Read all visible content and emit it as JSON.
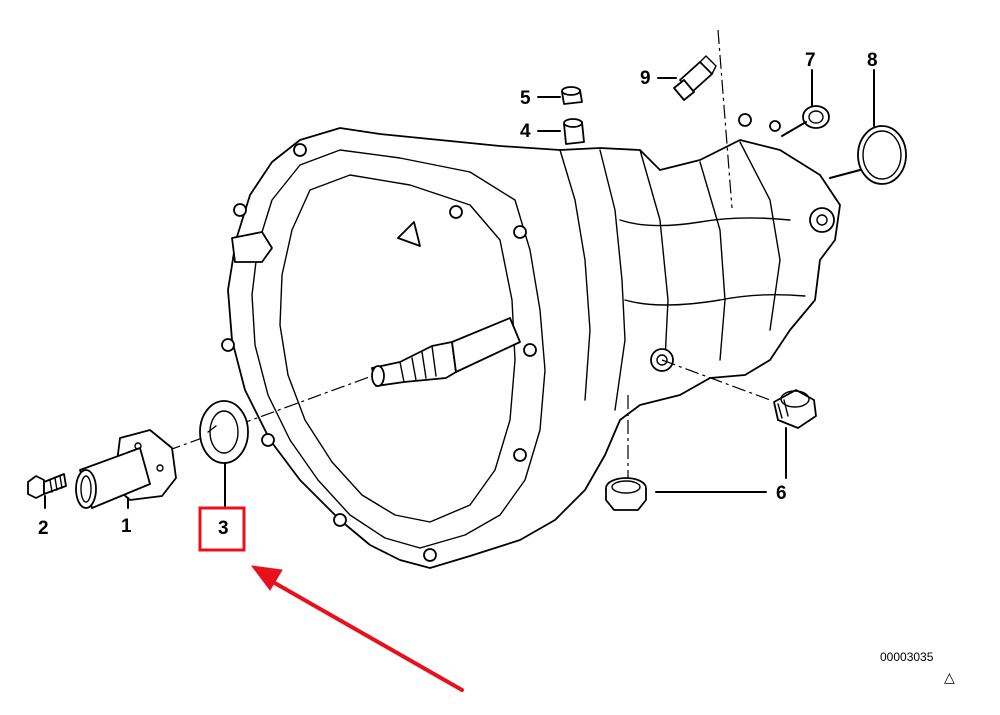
{
  "diagram": {
    "callouts": {
      "c1": "1",
      "c2": "2",
      "c3": "3",
      "c4": "4",
      "c5": "5",
      "c6": "6",
      "c7": "7",
      "c8": "8",
      "c9": "9"
    },
    "drawing_number": "00003035",
    "revision_mark": "△",
    "highlight": {
      "part": "3",
      "color": "#e8101a"
    },
    "arrow": {
      "color": "#e8101a"
    }
  }
}
